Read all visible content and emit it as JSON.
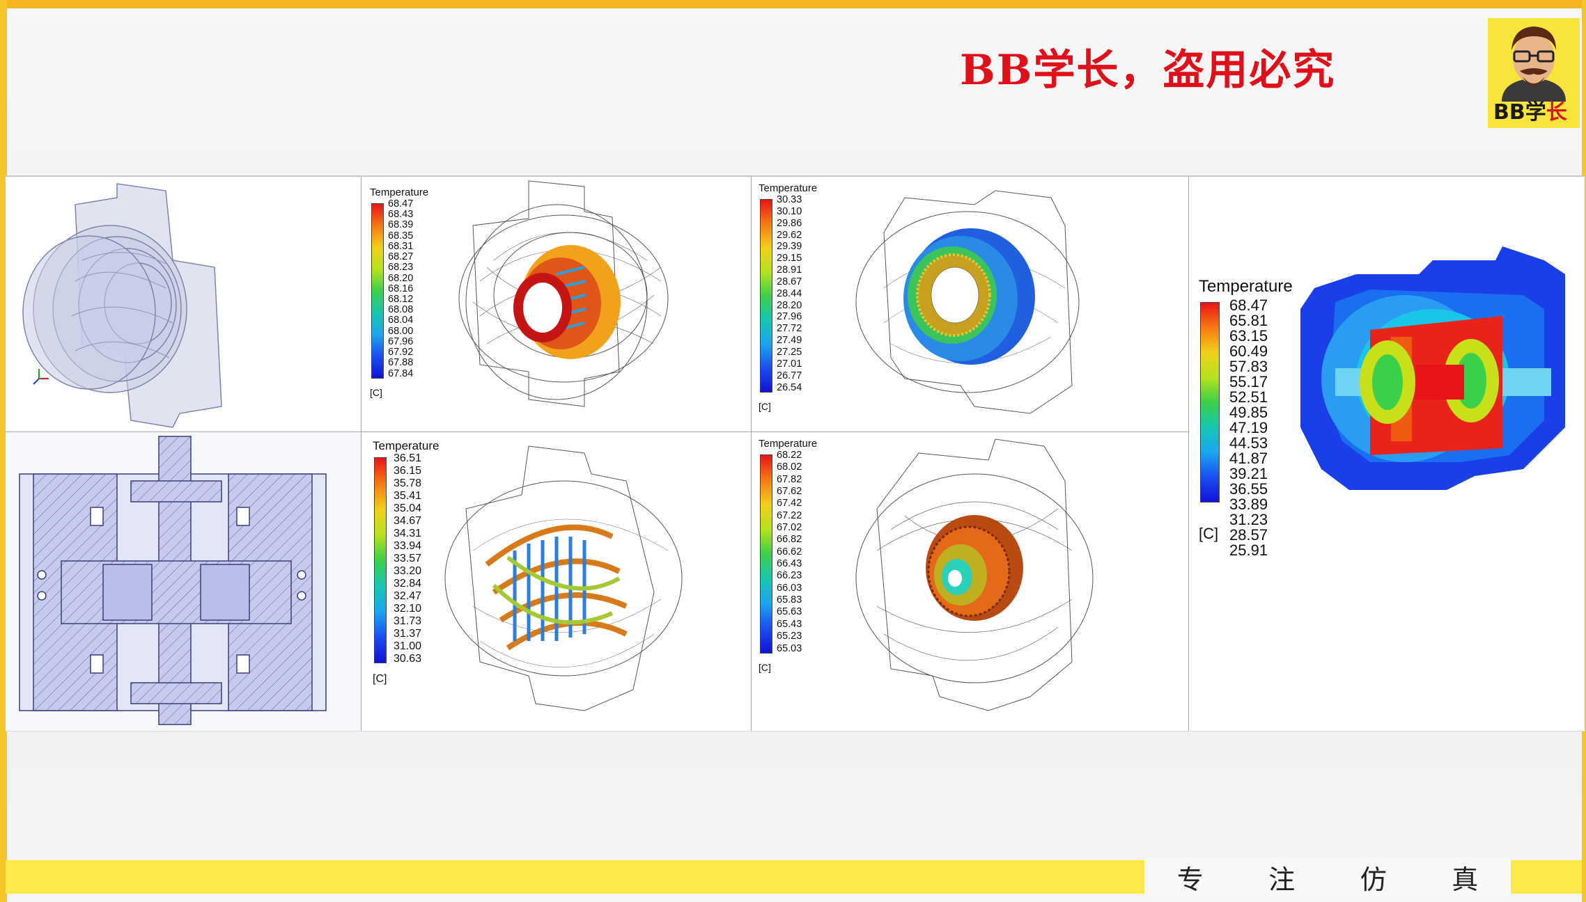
{
  "watermark": "BB学长，盗用必究",
  "logo": {
    "text_main": "BB学",
    "text_accent": "长",
    "accent_color": "#d41a1a",
    "bg_color": "#f8e43b",
    "icon": "cartoon-avatar-icon"
  },
  "slogan": [
    "专",
    "注",
    "仿",
    "真"
  ],
  "colors": {
    "border_orange": "#f5b51f",
    "bottom_bar": "#ffe94a",
    "watermark_red": "#e0101a"
  },
  "legends": {
    "panel_top_1": {
      "title": "Temperature",
      "unit": "[C]",
      "labels": [
        "68.47",
        "68.43",
        "68.39",
        "68.35",
        "68.31",
        "68.27",
        "68.23",
        "68.20",
        "68.16",
        "68.12",
        "68.08",
        "68.04",
        "68.00",
        "67.96",
        "67.92",
        "67.88",
        "67.84"
      ]
    },
    "panel_top_2": {
      "title": "Temperature",
      "unit": "[C]",
      "labels": [
        "30.33",
        "30.10",
        "29.86",
        "29.62",
        "29.39",
        "29.15",
        "28.91",
        "28.67",
        "28.44",
        "28.20",
        "27.96",
        "27.72",
        "27.49",
        "27.25",
        "27.01",
        "26.77",
        "26.54"
      ]
    },
    "panel_bottom_1": {
      "title": "Temperature",
      "unit": "[C]",
      "labels": [
        "36.51",
        "36.15",
        "35.78",
        "35.41",
        "35.04",
        "34.67",
        "34.31",
        "33.94",
        "33.57",
        "33.20",
        "32.84",
        "32.47",
        "32.10",
        "31.73",
        "31.37",
        "31.00",
        "30.63"
      ]
    },
    "panel_bottom_2": {
      "title": "Temperature",
      "unit": "[C]",
      "labels": [
        "68.22",
        "68.02",
        "67.82",
        "67.62",
        "67.42",
        "67.22",
        "67.02",
        "66.82",
        "66.62",
        "66.43",
        "66.23",
        "66.03",
        "65.83",
        "65.63",
        "65.43",
        "65.23",
        "65.03"
      ]
    },
    "panel_right": {
      "title": "Temperature",
      "unit": "[C]",
      "labels": [
        "68.47",
        "65.81",
        "63.15",
        "60.49",
        "57.83",
        "55.17",
        "52.51",
        "49.85",
        "47.19",
        "44.53",
        "41.87",
        "39.21",
        "36.55",
        "33.89",
        "31.23",
        "28.57",
        "25.91"
      ]
    }
  }
}
